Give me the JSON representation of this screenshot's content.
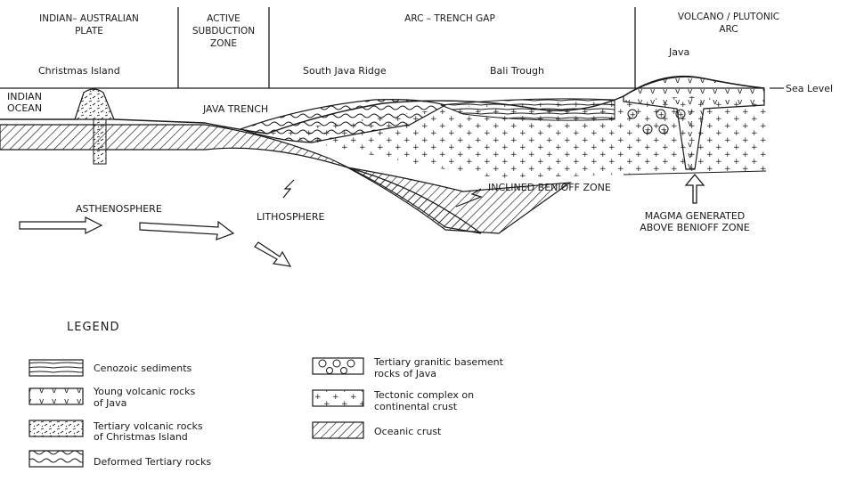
{
  "zones": {
    "plate": [
      "INDIAN– AUSTRALIAN",
      "PLATE"
    ],
    "subduction": [
      "ACTIVE",
      "SUBDUCTION",
      "ZONE"
    ],
    "arc_trench": "ARC  –  TRENCH  GAP",
    "volcano": [
      "VOLCANO / PLUTONIC",
      "ARC"
    ]
  },
  "places": {
    "christmas_island": "Christmas Island",
    "south_java_ridge": "South Java Ridge",
    "bali_trough": "Bali Trough",
    "java": "Java",
    "sea_level": "Sea Level",
    "indian_ocean": [
      "INDIAN",
      "OCEAN"
    ],
    "java_trench": "JAVA TRENCH"
  },
  "labels": {
    "asthenosphere": "ASTHENOSPHERE",
    "lithosphere": "LITHOSPHERE",
    "benioff": "INCLINED  BENIOFF  ZONE",
    "magma": [
      "MAGMA  GENERATED",
      "ABOVE  BENIOFF  ZONE"
    ]
  },
  "legend": {
    "title": "LEGEND",
    "items": [
      {
        "lines": [
          "Cenozoic  sediments"
        ]
      },
      {
        "lines": [
          "Young  volcanic  rocks",
          "of  Java"
        ]
      },
      {
        "lines": [
          "Tertiary  volcanic  rocks",
          "of  Christmas  Island"
        ]
      },
      {
        "lines": [
          "Deformed  Tertiary  rocks"
        ]
      },
      {
        "lines": [
          "Tertiary  granitic  basement",
          "rocks  of  Java"
        ]
      },
      {
        "lines": [
          "Tectonic  complex  on",
          "continental  crust"
        ]
      },
      {
        "lines": [
          "Oceanic  crust"
        ]
      }
    ]
  }
}
